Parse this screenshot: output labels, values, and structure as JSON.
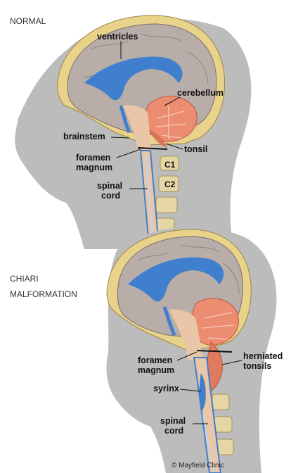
{
  "sections": {
    "normal": {
      "title": "NORMAL"
    },
    "chiari": {
      "title_line1": "CHIARI",
      "title_line2": "MALFORMATION"
    }
  },
  "labels": {
    "ventricles": "ventricles",
    "cerebellum": "cerebellum",
    "brainstem": "brainstem",
    "tonsil": "tonsil",
    "foramen_magnum_top_line1": "foramen",
    "foramen_magnum_top_line2": "magnum",
    "c1": "C1",
    "c2": "C2",
    "spinal_cord_top_line1": "spinal",
    "spinal_cord_top_line2": "cord",
    "foramen_magnum_bottom_line1": "foramen",
    "foramen_magnum_bottom_line2": "magnum",
    "herniated_line1": "herniated",
    "herniated_line2": "tonsils",
    "syrinx": "syrinx",
    "spinal_cord_bottom_line1": "spinal",
    "spinal_cord_bottom_line2": "cord"
  },
  "credit": "© Mayfield Clinic",
  "colors": {
    "head": "#bcbcbc",
    "skull": "#e9d28a",
    "brain": "#b8ada9",
    "ventricle": "#3f7fcd",
    "cerebellum": "#ec8c70",
    "brainstem": "#e9c6a7",
    "spine": "#e6d6a6",
    "csf": "#b9d7f2"
  }
}
